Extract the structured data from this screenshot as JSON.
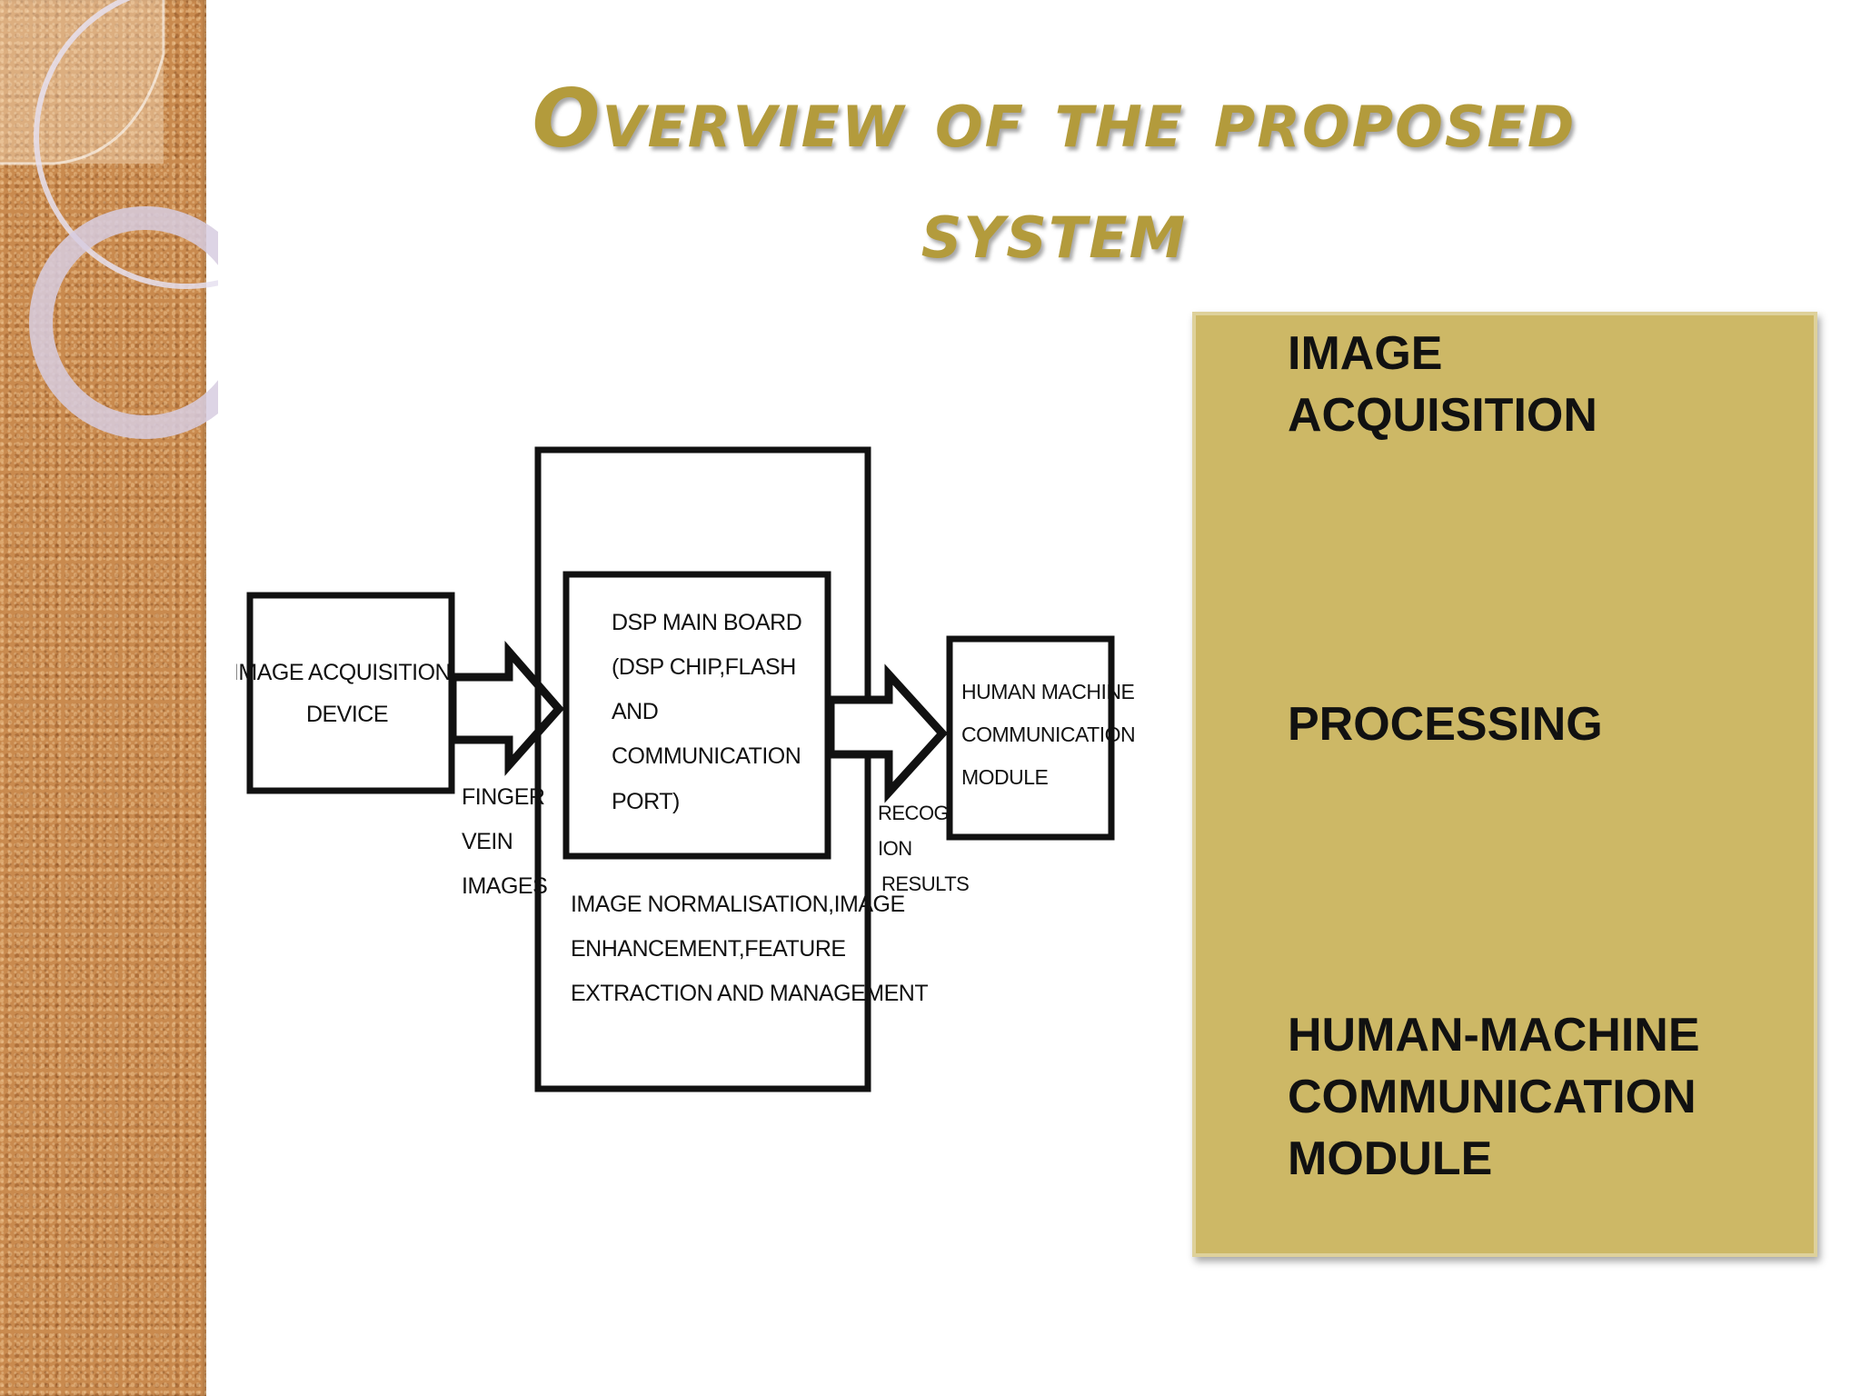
{
  "slide": {
    "title_line1": "Overview of the proposed",
    "title_line2": "system"
  },
  "diagram": {
    "acquisition_device": [
      "IMAGE ACQUISITION",
      "DEVICE"
    ],
    "input_arrow_label": [
      "FINGER",
      "VEIN",
      "IMAGES"
    ],
    "dsp_board": [
      "DSP MAIN BOARD",
      "(DSP CHIP,FLASH",
      "AND",
      "COMMUNICATION",
      "PORT)"
    ],
    "processing_steps": [
      "IMAGE NORMALISATION,IMAGE",
      "ENHANCEMENT,FEATURE",
      "EXTRACTION AND MANAGEMENT"
    ],
    "output_arrow_label": [
      "RECOGNIT",
      "ION",
      "RESULTS"
    ],
    "hmc_module": [
      "HUMAN MACHINE",
      "COMMUNICATION",
      "MODULE"
    ]
  },
  "panel": {
    "item1": [
      "IMAGE",
      "ACQUISITION"
    ],
    "item2": [
      "PROCESSING"
    ],
    "item3": [
      "HUMAN-MACHINE",
      "COMMUNICATION",
      "MODULE"
    ]
  },
  "colors": {
    "title": "#b39b3c",
    "panel": "#cdb866",
    "sidebar": "#c98a4e"
  }
}
